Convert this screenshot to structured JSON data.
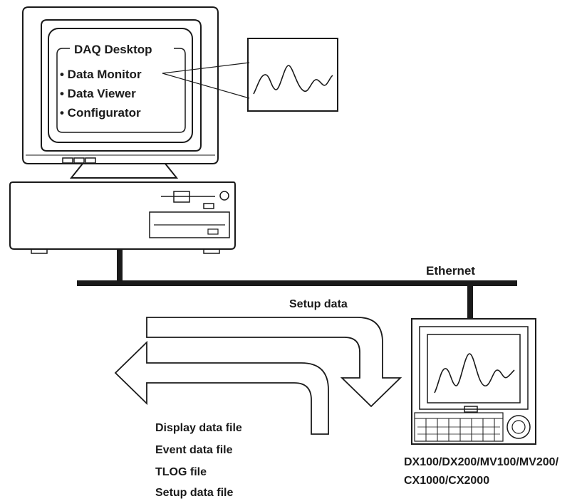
{
  "screen": {
    "title": "DAQ Desktop",
    "items": [
      "• Data Monitor",
      "• Data Viewer",
      "• Configurator"
    ]
  },
  "network": {
    "label": "Ethernet"
  },
  "arrows": {
    "setup_label": "Setup data",
    "return_labels": [
      "Display data file",
      "Event data file",
      "TLOG file",
      "Setup data file"
    ]
  },
  "recorder": {
    "model_line1": "DX100/DX200/MV100/MV200/",
    "model_line2": "CX1000/CX2000"
  },
  "colors": {
    "ink": "#1a1a1a",
    "background": "#ffffff"
  }
}
